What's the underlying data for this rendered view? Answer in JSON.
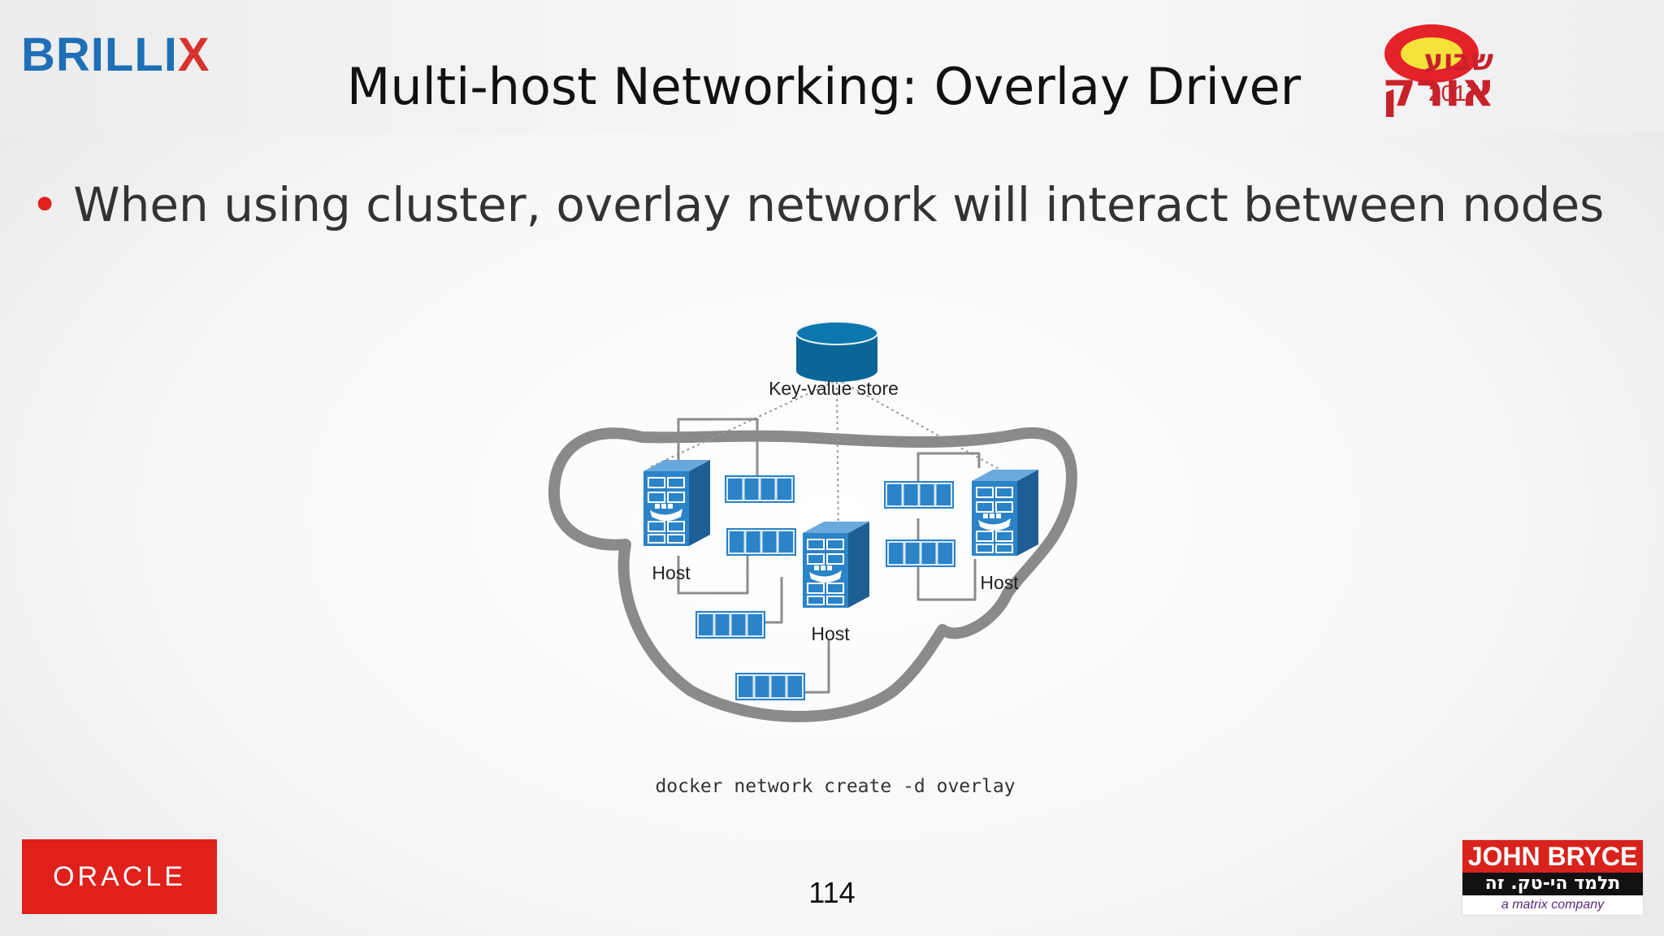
{
  "slide": {
    "title": "Multi-host Networking: Overlay Driver",
    "bullet": "When using cluster, overlay network will interact between nodes",
    "page_number": "114"
  },
  "logos": {
    "brillix_prefix": "BRILLI",
    "brillix_suffix": "X",
    "oracle": "ORACLE",
    "orakel_year": "2017",
    "orakel_hebrew_small": "שבוע",
    "orakel_hebrew_large": "אורקל",
    "john_bryce": "JOHN BRYCE",
    "john_bryce_tagline": "תלמד הי-טק. זה עובד!",
    "john_bryce_sub": "a matrix company"
  },
  "diagram": {
    "store_label": "Key-value store",
    "host_left_label": "Host",
    "host_center_label": "Host",
    "host_right_label": "Host",
    "command": "docker network create -d overlay"
  },
  "colors": {
    "accent_red": "#e0211f",
    "brillix_blue": "#1f6fb7",
    "store_blue": "#0a6696",
    "container_blue": "#2b83c8",
    "cloud_gray": "#8a8a8a"
  }
}
